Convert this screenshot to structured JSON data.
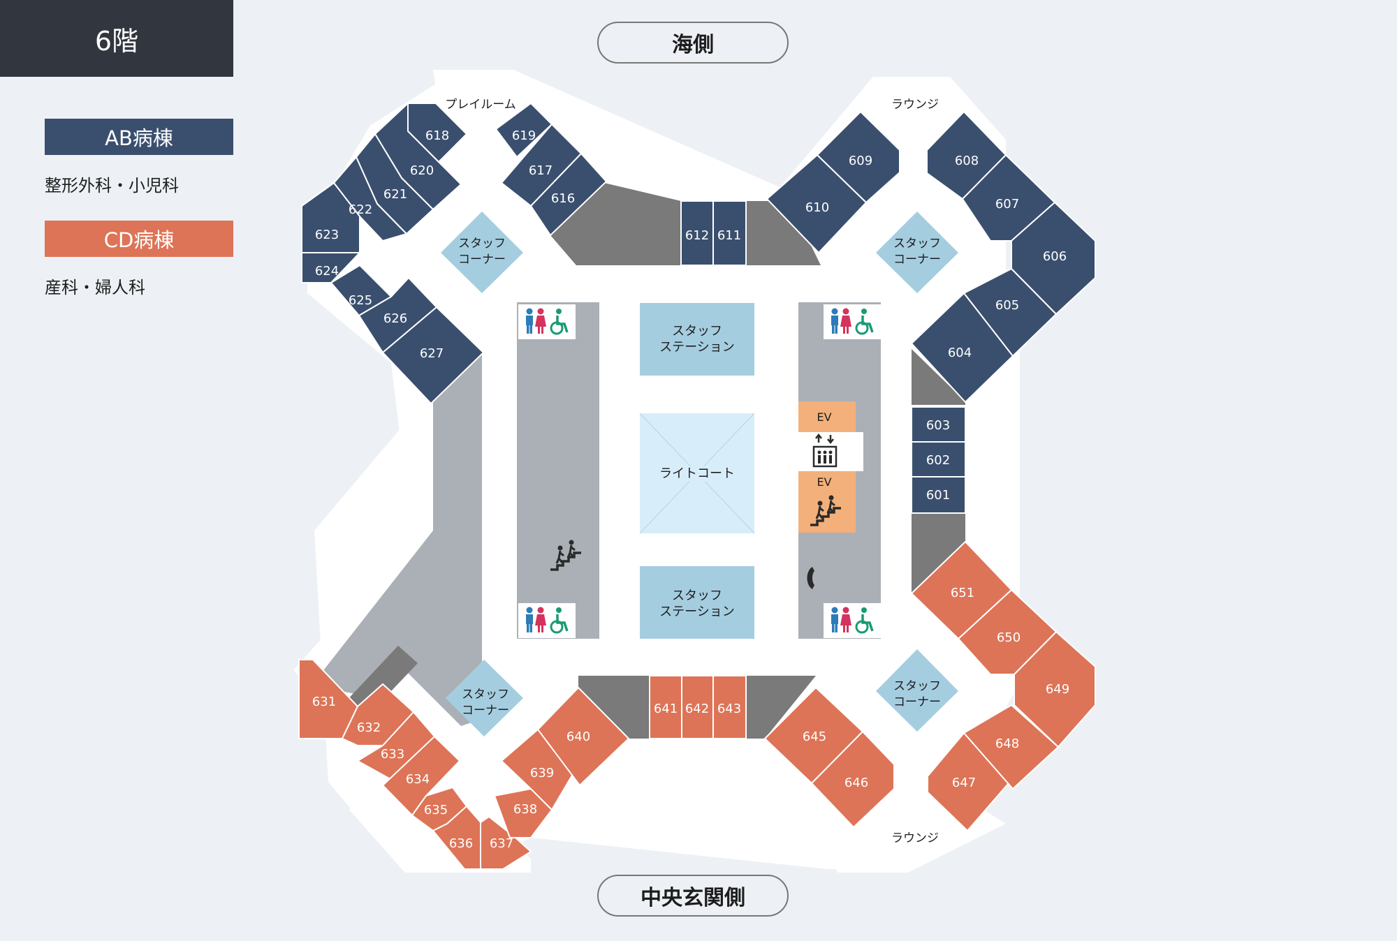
{
  "floor": "6階",
  "legend": {
    "ab": {
      "label": "AB病棟",
      "desc": "整形外科・小児科",
      "color": "#3a4f6e"
    },
    "cd": {
      "label": "CD病棟",
      "desc": "産科・婦人科",
      "color": "#dd7457"
    }
  },
  "directions": {
    "top": "海側",
    "bottom": "中央玄関側"
  },
  "areas": {
    "playroom": "プレイルーム",
    "lounge_top": "ラウンジ",
    "lounge_bottom": "ラウンジ",
    "staff_corner": [
      "スタッフ",
      "コーナー"
    ],
    "staff_station": [
      "スタッフ",
      "ステーション"
    ],
    "light_court": "ライトコート",
    "elevator": "EV"
  },
  "rooms": {
    "ab": [
      "601",
      "602",
      "603",
      "604",
      "605",
      "606",
      "607",
      "608",
      "609",
      "610",
      "611",
      "612",
      "616",
      "617",
      "618",
      "619",
      "620",
      "621",
      "622",
      "623",
      "624",
      "625",
      "626",
      "627"
    ],
    "cd": [
      "631",
      "632",
      "633",
      "634",
      "635",
      "636",
      "637",
      "638",
      "639",
      "640",
      "641",
      "642",
      "643",
      "645",
      "646",
      "647",
      "648",
      "649",
      "650",
      "651"
    ]
  },
  "icons": [
    "restroom-icon",
    "wheelchair-icon",
    "stairs-icon",
    "elevator-icon",
    "phone-icon"
  ]
}
